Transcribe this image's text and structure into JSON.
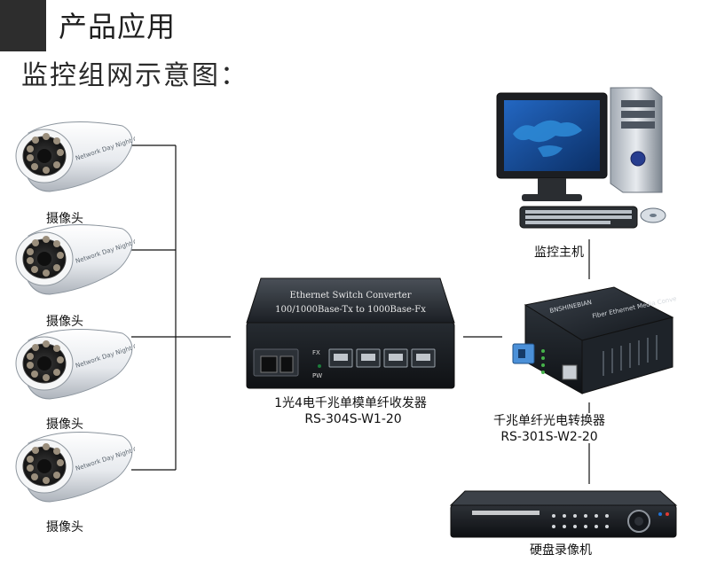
{
  "header": {
    "title": "产品应用",
    "subtitle": "监控组网示意图："
  },
  "cameras": [
    {
      "label": "摄像头",
      "brand": "Network Day Night CAMERA"
    },
    {
      "label": "摄像头",
      "brand": "Network Day Night CAMERA"
    },
    {
      "label": "摄像头",
      "brand": "Network Day Night CAMERA"
    },
    {
      "label": "摄像头",
      "brand": "Network Day Night CAMERA"
    }
  ],
  "switch": {
    "name_cn": "1光4电千兆单模单纤收发器",
    "model": "RS-304S-W1-20",
    "faceplate_title": "Ethernet Switch Converter",
    "faceplate_subtitle": "100/1000Base-Tx to 1000Base-Fx",
    "led_fx": "FX",
    "led_pw": "PW"
  },
  "converter": {
    "name_cn": "千兆单纤光电转换器",
    "model": "RS-301S-W2-20",
    "brand": "BNSHINEBIAN",
    "title": "Fiber Ethernet Media Converter"
  },
  "monitor_host": {
    "label": "监控主机"
  },
  "dvr": {
    "label": "硬盘录像机"
  },
  "colors": {
    "header_block": "#2d2d2d",
    "line": "#111111",
    "device_dark": "#1f2430"
  }
}
